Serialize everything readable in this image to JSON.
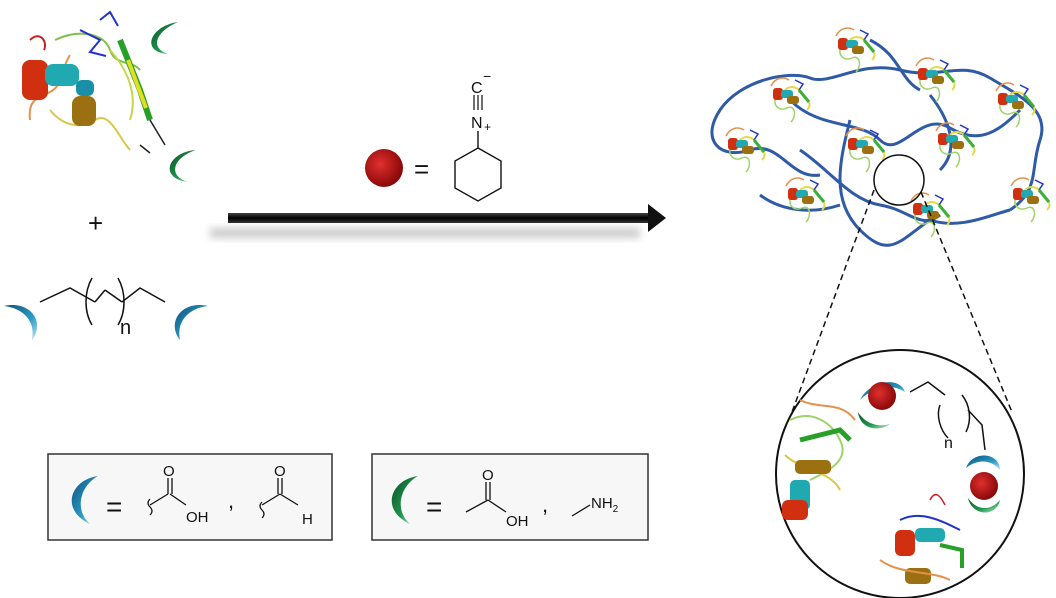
{
  "plus_sign": "+",
  "polymer": {
    "repeat_index": "n"
  },
  "reagent": {
    "equals": "=",
    "isocyanide_C": "C",
    "isocyanide_C_charge": "−",
    "isocyanide_N": "N",
    "isocyanide_N_charge": "+"
  },
  "legend_blue": {
    "equals": "=",
    "acid_O": "O",
    "acid_OH": "OH",
    "separator": ",",
    "aldehyde_O": "O",
    "aldehyde_H": "H"
  },
  "legend_green": {
    "equals": "=",
    "acid_O": "O",
    "acid_OH": "OH",
    "separator": ",",
    "amine_N": "NH",
    "amine_sub": "2"
  },
  "zoom": {
    "repeat_index": "n"
  },
  "colors": {
    "blue_crescent": "#2a9bc4",
    "green_crescent": "#1f9a4f",
    "isocyanide_dot": "#b01010",
    "polymer_chain": "#2f5aa6",
    "arrow": "#111111"
  },
  "icons": [
    "protein-ribbon-icon",
    "blue-crescent-icon",
    "green-crescent-icon",
    "red-dot-icon",
    "cyclohexane-icon",
    "reaction-arrow-icon"
  ]
}
